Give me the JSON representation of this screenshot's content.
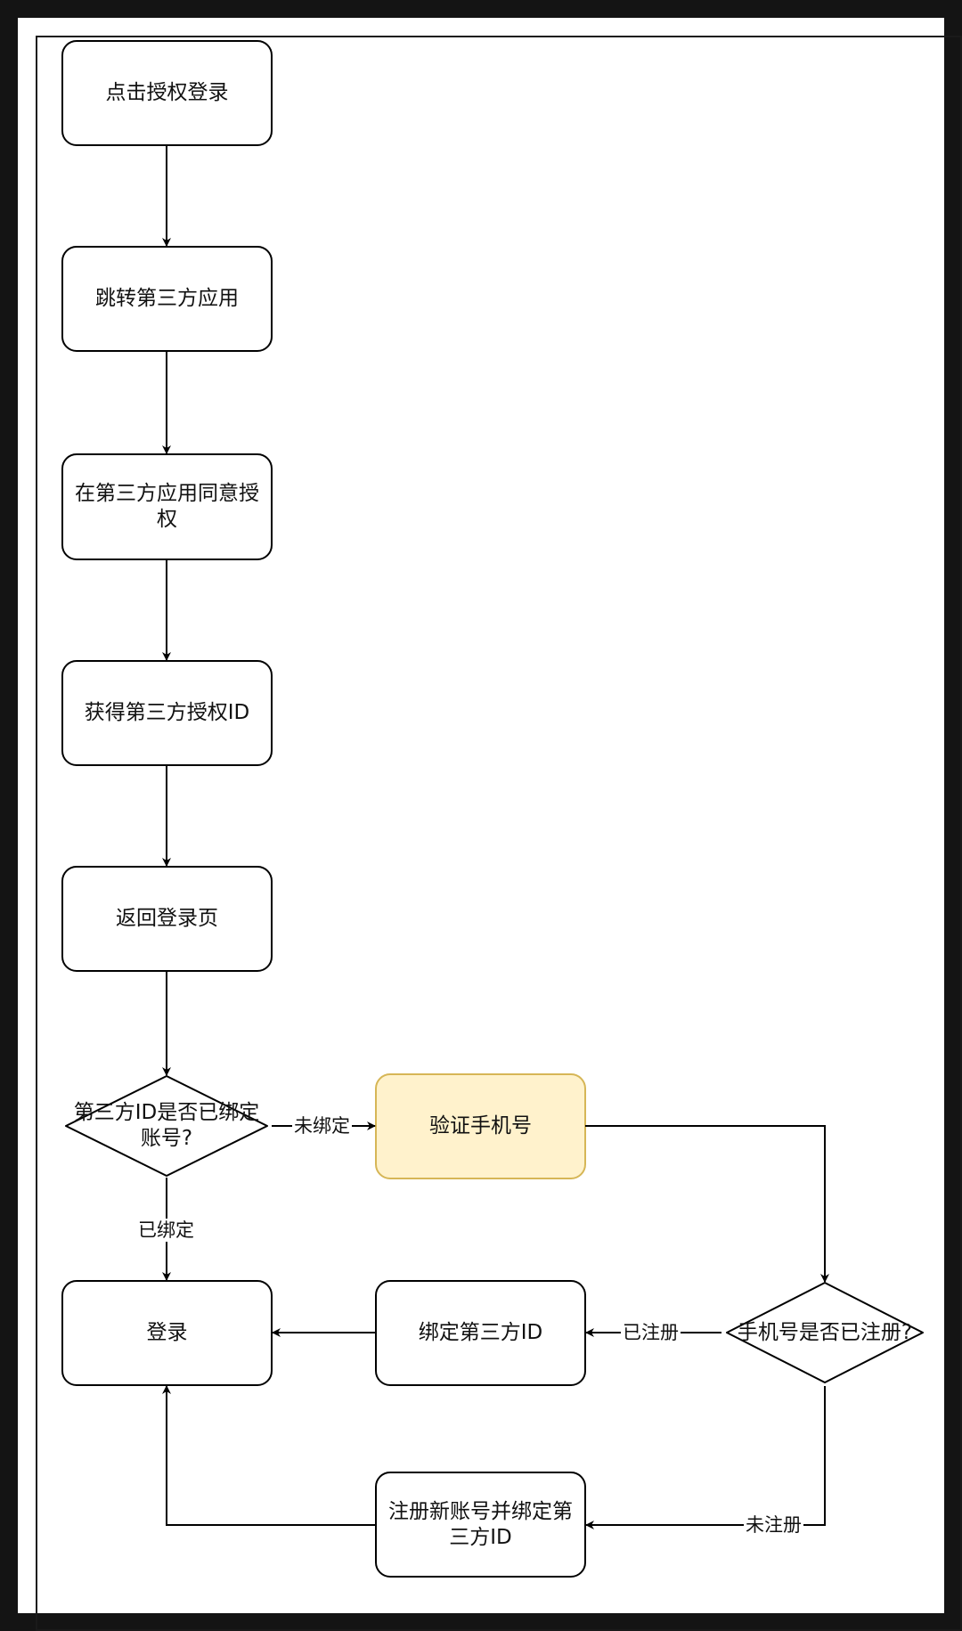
{
  "colors": {
    "stroke": "#000000",
    "highlight_fill": "#fff2cc",
    "highlight_stroke": "#d6b656",
    "frame": "#141414"
  },
  "nodes": {
    "click_auth_login": "点击授权登录",
    "jump_third_party": "跳转第三方应用",
    "agree_auth": "在第三方应用同意授权",
    "get_auth_id": "获得第三方授权ID",
    "return_login_page": "返回登录页",
    "is_bound": "第三方ID是否已绑定账号?",
    "verify_phone": "验证手机号",
    "login": "登录",
    "bind_id": "绑定第三方ID",
    "is_registered": "手机号是否已注册?",
    "register_bind": "注册新账号并绑定第三方ID"
  },
  "edges": {
    "not_bound": "未绑定",
    "bound": "已绑定",
    "registered": "已注册",
    "not_registered": "未注册"
  }
}
